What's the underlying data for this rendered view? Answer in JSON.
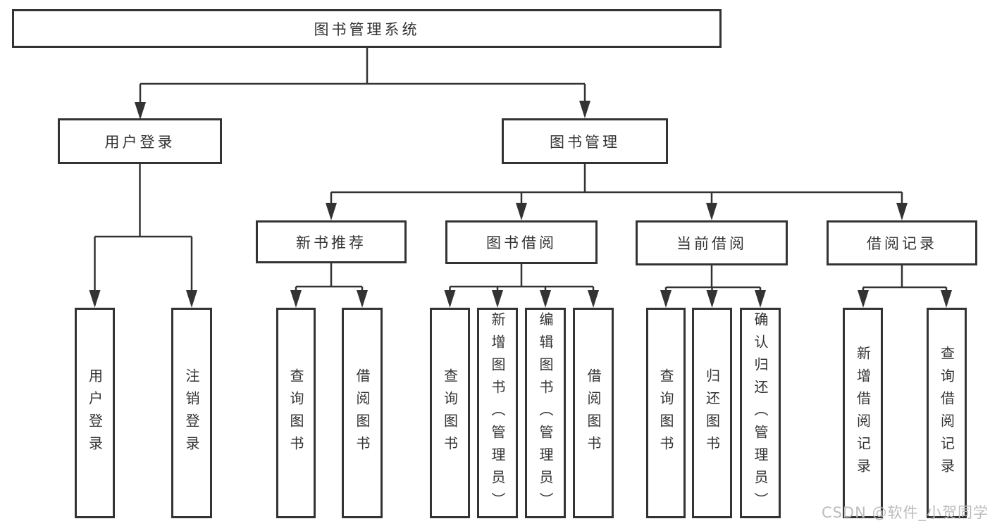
{
  "diagram_title": "图书管理系统",
  "tree": {
    "label": "图书管理系统",
    "children": [
      {
        "label": "用户登录",
        "children": [
          {
            "label": "用户登录"
          },
          {
            "label": "注销登录"
          }
        ]
      },
      {
        "label": "图书管理",
        "children": [
          {
            "label": "新书推荐",
            "children": [
              {
                "label": "查询图书"
              },
              {
                "label": "借阅图书"
              }
            ]
          },
          {
            "label": "图书借阅",
            "children": [
              {
                "label": "查询图书"
              },
              {
                "label": "新增图书（管理员）"
              },
              {
                "label": "编辑图书（管理员）"
              },
              {
                "label": "借阅图书"
              }
            ]
          },
          {
            "label": "当前借阅",
            "children": [
              {
                "label": "查询图书"
              },
              {
                "label": "归还图书"
              },
              {
                "label": "确认归还（管理员）"
              }
            ]
          },
          {
            "label": "借阅记录",
            "children": [
              {
                "label": "新增借阅记录"
              },
              {
                "label": "查询借阅记录"
              }
            ]
          }
        ]
      }
    ]
  },
  "watermark": {
    "text": "CSDN @软件_小贺同学"
  },
  "colors": {
    "line": "#333333",
    "text": "#333333",
    "box_fill": "#ffffff",
    "background": "#ffffff",
    "watermark": "#bcbcbc"
  }
}
